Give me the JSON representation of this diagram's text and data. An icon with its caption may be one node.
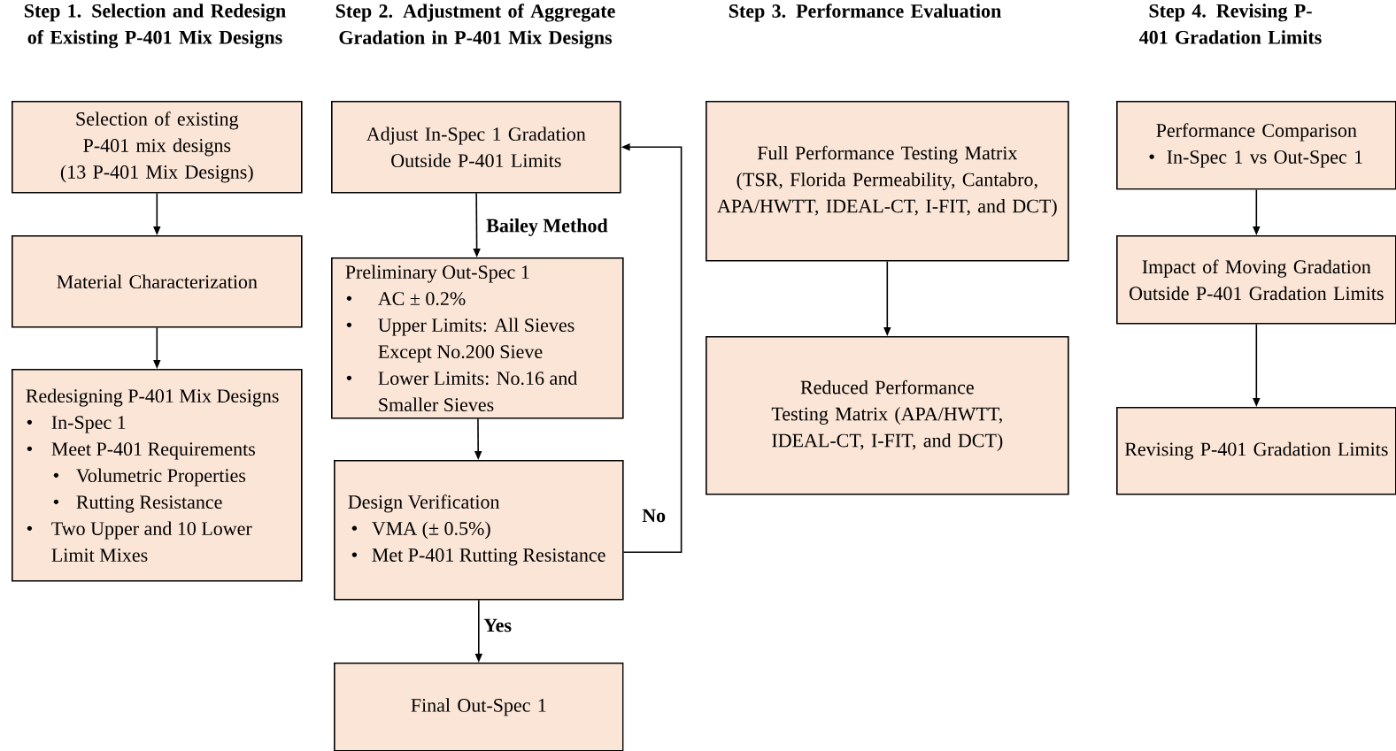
{
  "diagram": {
    "nodes": [
      {
        "text": [
          "Selection of existing P-401 mix designs",
          "(13 P-401 Mix Designs)"
        ]
      },
      {
        "text": [
          "Material Characterization"
        ]
      },
      {
        "text": [
          "Redesigning P-401 Mix Designs",
          "In-Spec 1",
          "Meet P-401 Requirements",
          "Volumetric Properties",
          "Rutting Resistance",
          "Two Upper and 10 Lower Limit Mixes"
        ]
      },
      {
        "text": [
          "Adjust In-Spec 1 Gradation Outside P-401 Limits"
        ]
      },
      {
        "text": [
          "Preliminary Out-Spec 1",
          "AC ± 0.2%",
          "Upper Limits: All Sieves Except No.200 Sieve",
          "Lower Limits: No.16 and Smaller Sieves"
        ]
      },
      {
        "text": [
          "Design Verification",
          "VMA (± 0.5%)",
          "Met P-401 Rutting Resistance"
        ]
      },
      {
        "text": [
          "Final Out-Spec 1"
        ]
      },
      {
        "text": [
          "Full Performance Testing Matrix (TSR, Florida Permeability, Cantabro, APA/HWTT, IDEAL-CT, I-FIT, and DCT)"
        ]
      },
      {
        "text": [
          "Reduced Performance Testing Matrix (APA/HWTT, IDEAL-CT, I-FIT, and DCT)"
        ]
      },
      {
        "text": [
          "Performance Comparison",
          "In-Spec 1 vs Out-Spec 1"
        ]
      },
      {
        "text": [
          "Impact of Moving Gradation Outside P-401 Gradation Limits"
        ]
      },
      {
        "text": [
          "Revising P-401 Gradation Limits"
        ]
      }
    ],
    "edges": [
      {
        "from": 0,
        "to": 1,
        "arrow": "to"
      },
      {
        "from": 1,
        "to": 2,
        "arrow": "to"
      },
      {
        "from": 3,
        "to": 4,
        "arrow": "to",
        "label": "Bailey Method"
      },
      {
        "from": 4,
        "to": 5,
        "arrow": "to"
      },
      {
        "from": 5,
        "to": 6,
        "arrow": "to",
        "label": "Yes"
      },
      {
        "from": 5,
        "to": 3,
        "arrow": "to",
        "label": "No"
      },
      {
        "from": 7,
        "to": 8,
        "arrow": "to"
      },
      {
        "from": 9,
        "to": 10,
        "arrow": "to"
      },
      {
        "from": 10,
        "to": 11,
        "arrow": "to"
      }
    ],
    "labels": [
      "Step 1. Selection and Redesign of Existing P-401 Mix Designs",
      "Step 2. Adjustment of Aggregate Gradation in P-401 Mix Designs",
      "Step 3. Performance Evaluation",
      "Step 4. Revising P-401 Gradation Limits"
    ]
  }
}
